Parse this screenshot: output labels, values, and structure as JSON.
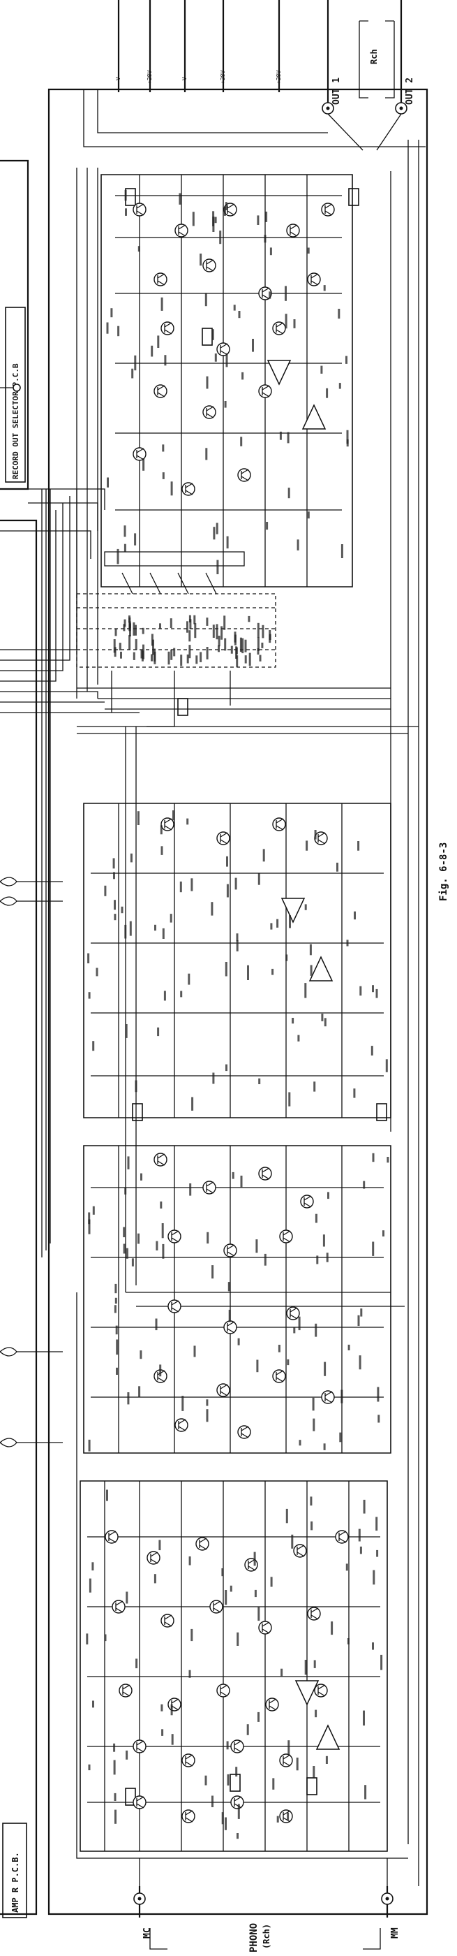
{
  "figure": {
    "board_title": "AMP R P.C.B.",
    "selector_title": "RECORD OUT SELECTOR P.C.B",
    "input_label_line1": "PHONO",
    "input_label_line2": "(Rch)",
    "input_jack_left": "MC",
    "input_jack_right": "MM",
    "output_group": "Rch",
    "output_1": "OUT 1",
    "output_2": "OUT 2",
    "figure_caption": "Fig. 6-8-3",
    "rail_labels": [
      "-V",
      "+28V",
      "-V",
      "+28V",
      "+28V"
    ]
  },
  "colors": {
    "ink": "#111111",
    "paper": "#ffffff"
  }
}
